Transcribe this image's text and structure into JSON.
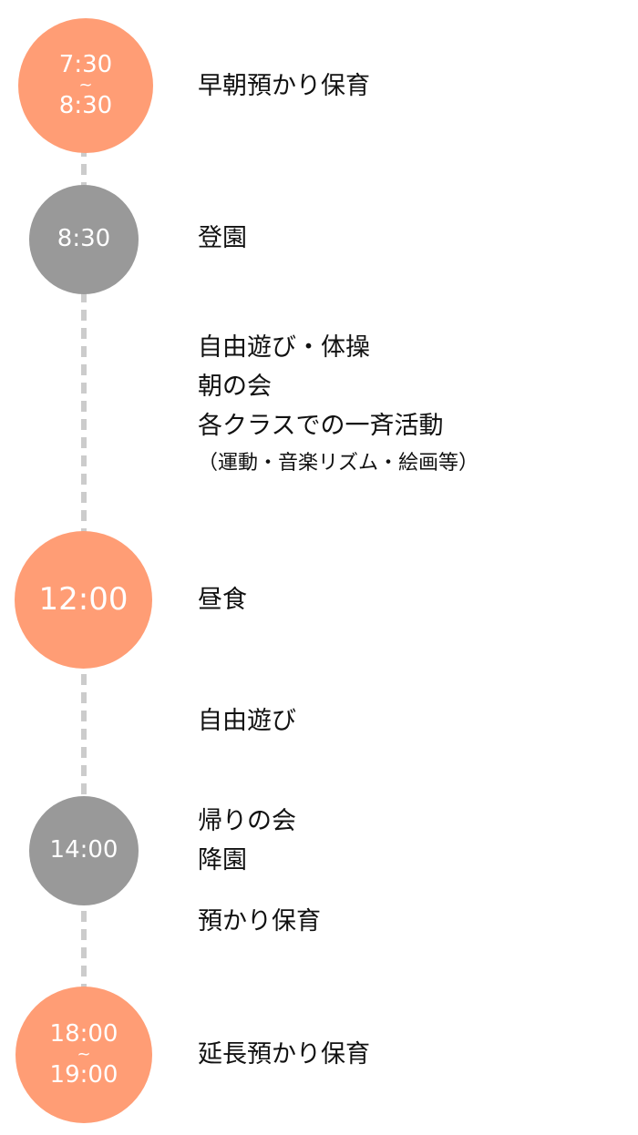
{
  "times": {
    "t1_start": "7:30",
    "t1_sep": "~",
    "t1_end": "8:30",
    "t2": "8:30",
    "t3": "12:00",
    "t4": "14:00",
    "t5_start": "18:00",
    "t5_sep": "~",
    "t5_end": "19:00"
  },
  "activities": {
    "a1": "早朝預かり保育",
    "a2": "登園",
    "a3_line1": "自由遊び・体操",
    "a3_line2": "朝の会",
    "a3_line3": "各クラスでの一斉活動",
    "a3_line4": "（運動・音楽リズム・絵画等）",
    "a4": "昼食",
    "a5": "自由遊び",
    "a6_line1": "帰りの会",
    "a6_line2": "降園",
    "a7": "預かり保育",
    "a8": "延長預かり保育"
  },
  "colors": {
    "highlight_circle": "#ff9d75",
    "regular_circle": "#999999",
    "connector": "#cccccc"
  }
}
